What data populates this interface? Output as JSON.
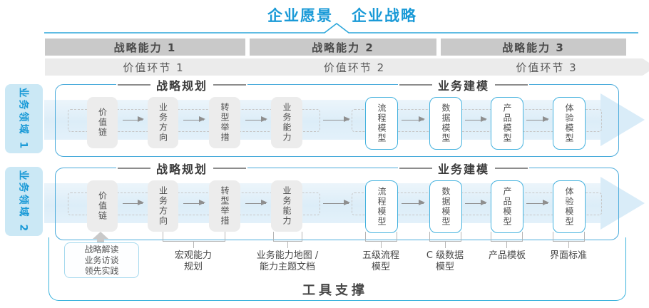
{
  "header": {
    "vision": "企业愿景",
    "strategy": "企业战略"
  },
  "capability_bars": [
    "战略能力 1",
    "战略能力 2",
    "战略能力 3"
  ],
  "value_chevrons": [
    "价值环节 1",
    "价值环节 2",
    "价值环节 3"
  ],
  "domains": [
    "业务领域 1",
    "业务领域 2"
  ],
  "rows": [
    {
      "planning_title": "战略规划",
      "modeling_title": "业务建模",
      "planning_boxes": [
        "价值链",
        "业务方向",
        "转型举措",
        "业务能力"
      ],
      "modeling_boxes": [
        "流程模型",
        "数据模型",
        "产品模型",
        "体验模型"
      ]
    },
    {
      "planning_title": "战略规划",
      "modeling_title": "业务建模",
      "planning_boxes": [
        "价值链",
        "业务方向",
        "转型举措",
        "业务能力"
      ],
      "modeling_boxes": [
        "流程模型",
        "数据模型",
        "产品模型",
        "体验模型"
      ]
    }
  ],
  "annotations": {
    "practice": [
      "战略解读",
      "业务访谈",
      "领先实践"
    ],
    "macro_capability": [
      "宏观能力",
      "规划"
    ],
    "capability_map": [
      "业务能力地图 /",
      "能力主题文档"
    ],
    "process_l5": [
      "五级流程",
      "模型"
    ],
    "data_c": [
      "C 级数据",
      "模型"
    ],
    "product_template": [
      "产品模板"
    ],
    "ui_standard": [
      "界面标准"
    ]
  },
  "footer": {
    "tool_support": "工具支撑"
  },
  "colors": {
    "accent_blue": "#1a9ad7",
    "rule_blue": "#2ba6da",
    "panel_border": "#4aabdb",
    "box_border": "#45b2de",
    "outer_border": "#3ab3dc",
    "bar_gray": "#c9c9c9",
    "chevron_gray": "#ebebeb",
    "band_blue": "#dcedf8"
  }
}
